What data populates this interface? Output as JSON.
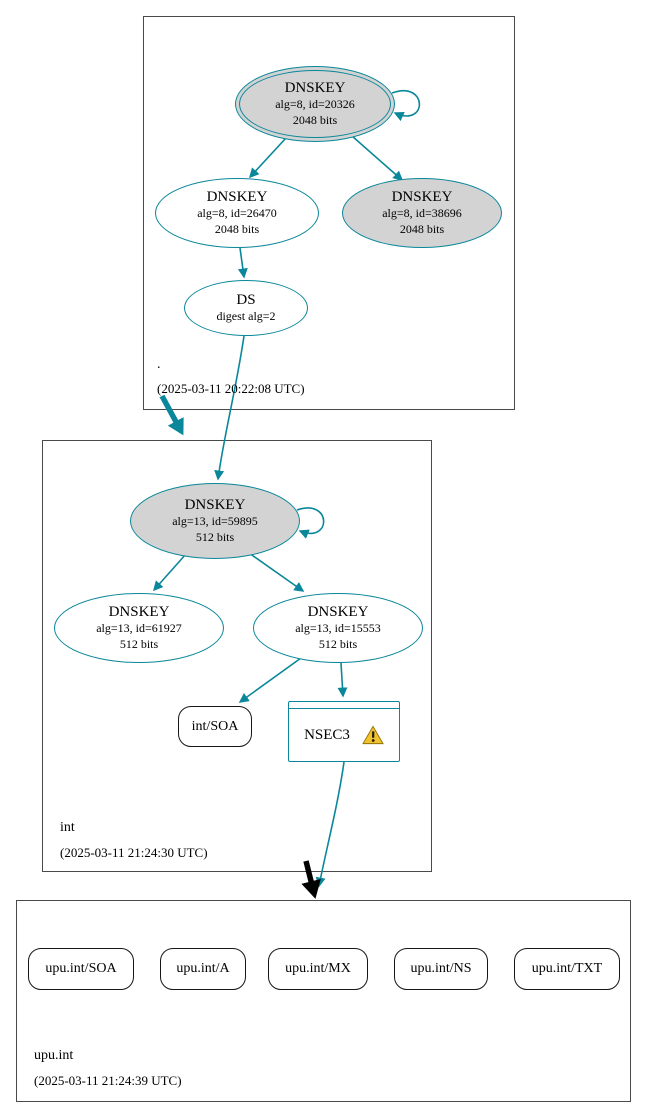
{
  "zones": {
    "root": {
      "label": ".",
      "timestamp": "(2025-03-11 20:22:08 UTC)",
      "ksk": {
        "type": "DNSKEY",
        "detail1": "alg=8, id=20326",
        "detail2": "2048 bits"
      },
      "zsk": {
        "type": "DNSKEY",
        "detail1": "alg=8, id=26470",
        "detail2": "2048 bits"
      },
      "key38696": {
        "type": "DNSKEY",
        "detail1": "alg=8, id=38696",
        "detail2": "2048 bits"
      },
      "ds": {
        "type": "DS",
        "detail1": "digest alg=2"
      }
    },
    "int": {
      "label": "int",
      "timestamp": "(2025-03-11 21:24:30 UTC)",
      "ksk": {
        "type": "DNSKEY",
        "detail1": "alg=13, id=59895",
        "detail2": "512 bits"
      },
      "key61927": {
        "type": "DNSKEY",
        "detail1": "alg=13, id=61927",
        "detail2": "512 bits"
      },
      "key15553": {
        "type": "DNSKEY",
        "detail1": "alg=13, id=15553",
        "detail2": "512 bits"
      },
      "soa": {
        "label": "int/SOA"
      },
      "nsec3": {
        "label": "NSEC3",
        "icon": "warning-triangle"
      }
    },
    "upuint": {
      "label": "upu.int",
      "timestamp": "(2025-03-11 21:24:39 UTC)",
      "rrsets": [
        "upu.int/SOA",
        "upu.int/A",
        "upu.int/MX",
        "upu.int/NS",
        "upu.int/TXT"
      ]
    }
  },
  "colors": {
    "edge_secure": "#0a879a",
    "key_fill": "#d3d3d3",
    "delegation_insecure": "#000000",
    "warning_fill": "#f2c12e",
    "node_border_dark": "#161616"
  }
}
